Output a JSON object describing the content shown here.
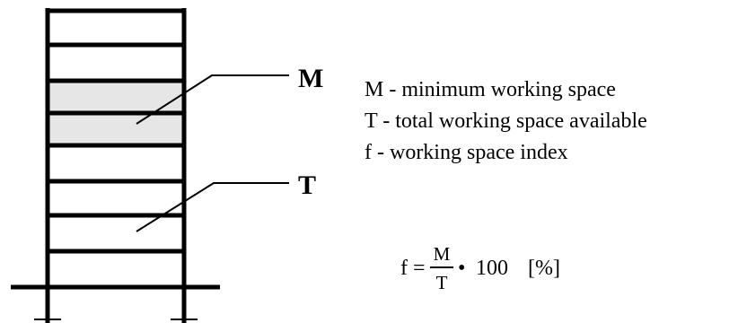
{
  "labels": {
    "m_callout": "M",
    "t_callout": "T"
  },
  "legend": [
    {
      "text": "M - minimum working space"
    },
    {
      "text": "T - total working space available"
    },
    {
      "text": "f - working space index"
    }
  ],
  "formula": {
    "lhs": "f =",
    "numerator": "M",
    "denominator": "T",
    "operator": "•",
    "factor": "100",
    "unit": "[%]"
  },
  "colors": {
    "line": "#000000",
    "shaded_band": "#e6e6e6",
    "background": "#ffffff"
  }
}
